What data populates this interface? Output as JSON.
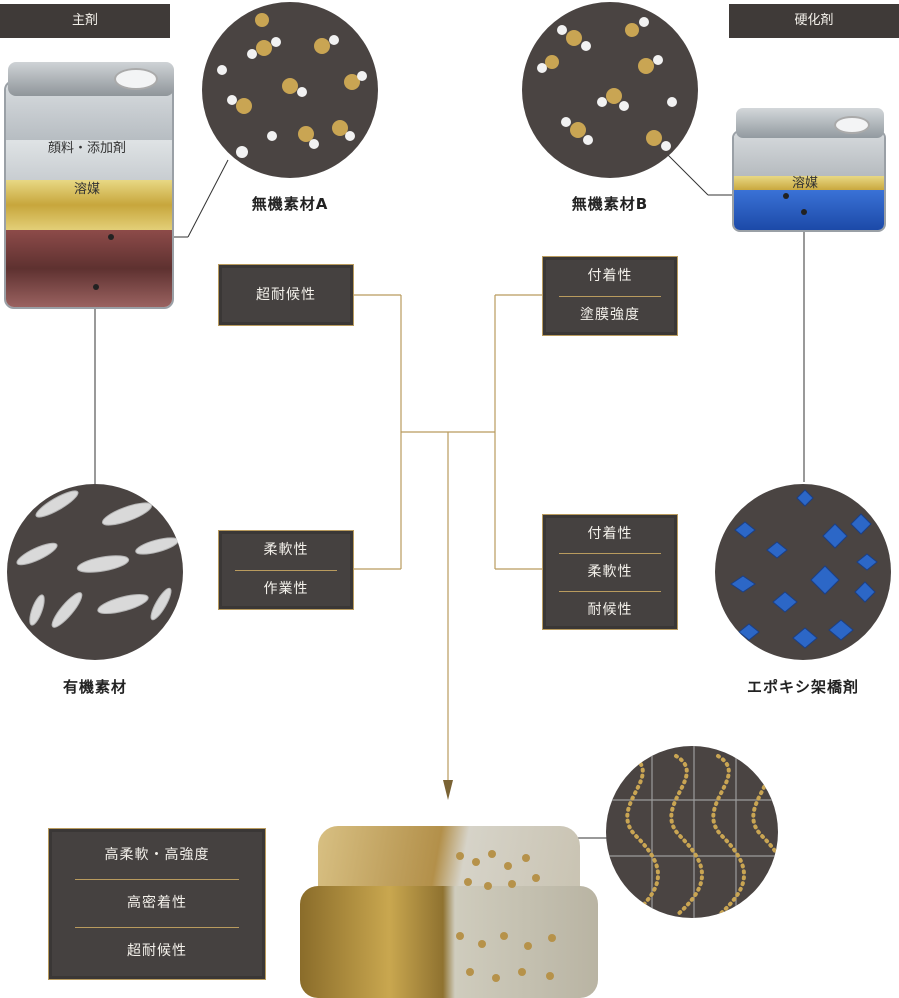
{
  "main_agent": {
    "tag": "主剤",
    "layers": [
      "顔料・添加剤",
      "溶媒"
    ]
  },
  "hardener": {
    "tag": "硬化剤",
    "layer": "溶媒"
  },
  "materials": {
    "inorganic_a": "無機素材A",
    "inorganic_b": "無機素材B",
    "organic": "有機素材",
    "epoxy": "エポキシ架橋剤"
  },
  "properties": {
    "top_left": [
      "超耐候性"
    ],
    "bottom_left": [
      "柔軟性",
      "作業性"
    ],
    "top_right": [
      "付着性",
      "塗膜強度"
    ],
    "bottom_right": [
      "付着性",
      "柔軟性",
      "耐候性"
    ]
  },
  "result": [
    "高柔軟・高強度",
    "高密着性",
    "超耐候性"
  ],
  "colors": {
    "gold": "#b99b5e",
    "dark": "#454140",
    "epoxy_blue": "#1f5fb8"
  }
}
